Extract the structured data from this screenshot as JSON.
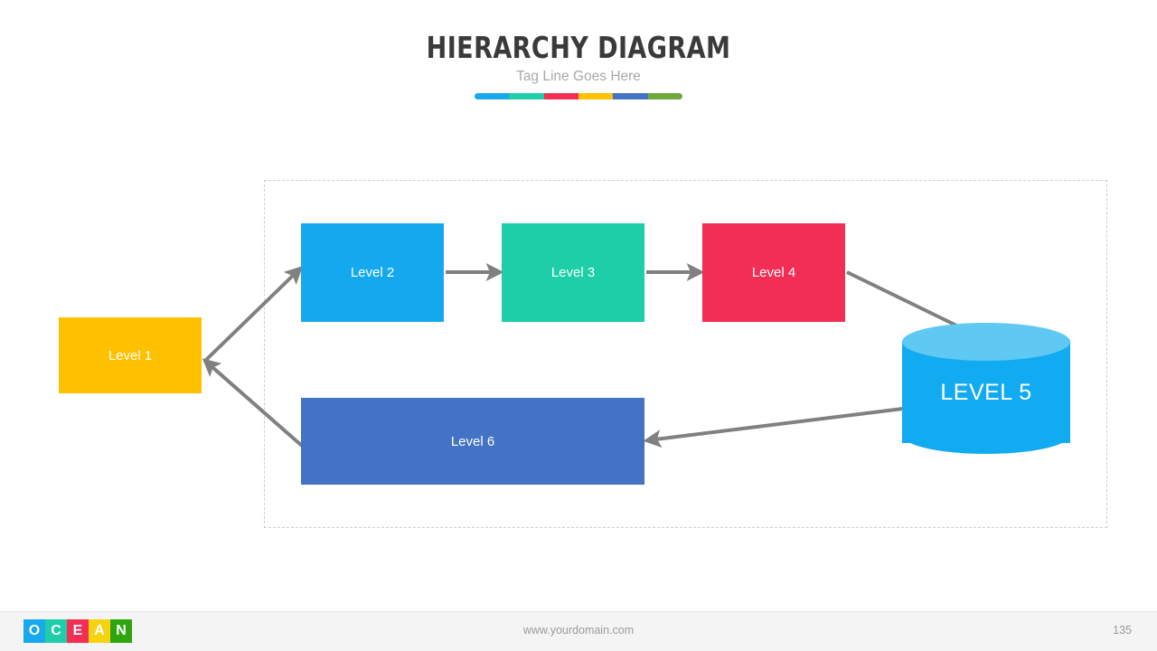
{
  "header": {
    "title": "HIERARCHY DIAGRAM",
    "tagline": "Tag Line Goes Here",
    "accent_bar_colors": [
      "#18A8EE",
      "#1DCEA8",
      "#F22E54",
      "#FFC000",
      "#4472C4",
      "#70A83C"
    ]
  },
  "diagram": {
    "type": "flow-hierarchy",
    "nodes": [
      {
        "id": "level1",
        "label": "Level 1",
        "shape": "rectangle",
        "color": "#FFC000"
      },
      {
        "id": "level2",
        "label": "Level 2",
        "shape": "rectangle",
        "color": "#14A9EE"
      },
      {
        "id": "level3",
        "label": "Level 3",
        "shape": "rectangle",
        "color": "#1DCEA8"
      },
      {
        "id": "level4",
        "label": "Level 4",
        "shape": "rectangle",
        "color": "#F22E54"
      },
      {
        "id": "level5",
        "label": "LEVEL 5",
        "shape": "cylinder",
        "color": "#12AAF0",
        "top_color": "#5FC8F3"
      },
      {
        "id": "level6",
        "label": "Level 6",
        "shape": "rectangle",
        "color": "#4472C4"
      }
    ],
    "connectors": [
      {
        "from": "level1",
        "to": "level2",
        "style": "arrow",
        "color": "#808080"
      },
      {
        "from": "level2",
        "to": "level3",
        "style": "arrow",
        "color": "#808080"
      },
      {
        "from": "level3",
        "to": "level4",
        "style": "arrow",
        "color": "#808080"
      },
      {
        "from": "level4",
        "to": "level5",
        "style": "arrow",
        "color": "#808080"
      },
      {
        "from": "level5",
        "to": "level6",
        "style": "arrow",
        "color": "#808080"
      },
      {
        "from": "level6",
        "to": "level1",
        "style": "arrow",
        "color": "#808080"
      }
    ],
    "frame_border_color": "#cfcfcf"
  },
  "footer": {
    "logo_letters": [
      {
        "char": "O",
        "color": "#18A8EE"
      },
      {
        "char": "C",
        "color": "#1DCEA8"
      },
      {
        "char": "E",
        "color": "#F22E54"
      },
      {
        "char": "A",
        "color": "#F5D312"
      },
      {
        "char": "N",
        "color": "#2EA50E"
      }
    ],
    "url": "www.yourdomain.com",
    "page_number": "135"
  }
}
